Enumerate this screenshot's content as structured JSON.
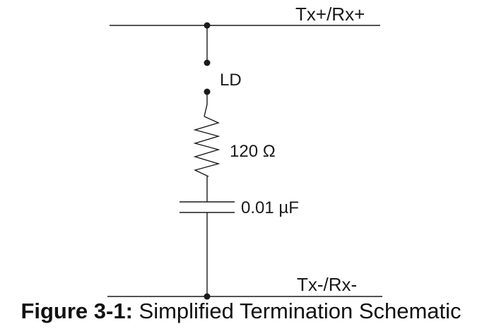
{
  "schematic": {
    "top_rail_label": "Tx+/Rx+",
    "bottom_rail_label": "Tx-/Rx-",
    "jumper_label": "LD",
    "resistor_label": "120 Ω",
    "capacitor_label": "0.01 µF"
  },
  "caption": {
    "number": "Figure 3-1:",
    "title": "Simplified Termination Schematic"
  }
}
